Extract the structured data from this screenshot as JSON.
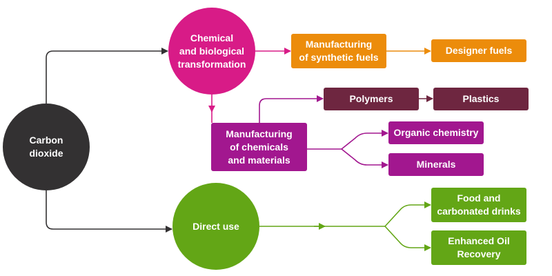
{
  "diagram": {
    "title": "Carbon dioxide utilisation pathways",
    "colors": {
      "source": "#333132",
      "transformation": "#d81b87",
      "fuels": "#ec8c0b",
      "polymers": "#6e2640",
      "chemicals": "#a2178f",
      "direct_use": "#63a616",
      "connector_dark": "#333132"
    },
    "nodes": {
      "carbon_dioxide": "Carbon\ndioxide",
      "chem_bio_transformation": "Chemical\nand biological\ntransformation",
      "synthetic_fuels": "Manufacturing\nof synthetic fuels",
      "designer_fuels": "Designer fuels",
      "polymers": "Polymers",
      "plastics": "Plastics",
      "chemicals_materials": "Manufacturing\nof chemicals\nand materials",
      "organic_chemistry": "Organic chemistry",
      "minerals": "Minerals",
      "direct_use": "Direct use",
      "food_drinks": "Food and\ncarbonated drinks",
      "enhanced_oil_recovery": "Enhanced Oil\nRecovery"
    },
    "edges": [
      {
        "from": "carbon_dioxide",
        "to": "chem_bio_transformation"
      },
      {
        "from": "carbon_dioxide",
        "to": "direct_use"
      },
      {
        "from": "chem_bio_transformation",
        "to": "synthetic_fuels"
      },
      {
        "from": "synthetic_fuels",
        "to": "designer_fuels"
      },
      {
        "from": "chem_bio_transformation",
        "to": "chemicals_materials"
      },
      {
        "from": "chemicals_materials",
        "to": "polymers"
      },
      {
        "from": "polymers",
        "to": "plastics"
      },
      {
        "from": "chemicals_materials",
        "to": "organic_chemistry"
      },
      {
        "from": "chemicals_materials",
        "to": "minerals"
      },
      {
        "from": "direct_use",
        "to": "food_drinks"
      },
      {
        "from": "direct_use",
        "to": "enhanced_oil_recovery"
      }
    ]
  }
}
